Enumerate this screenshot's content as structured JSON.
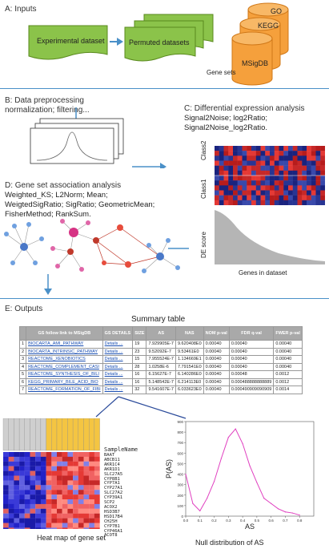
{
  "section_a": {
    "title": "A: Inputs",
    "experimental_label": "Experimental dataset",
    "permuted_label": "Permuted datasets",
    "db_labels": [
      "GO",
      "KEGG",
      "MSigDB"
    ],
    "gene_sets_label": "Gene sets",
    "colors": {
      "flag_fill": "#8bc34a",
      "flag_stroke": "#5a8a1e",
      "db_fill": "#f5a03c"
    }
  },
  "section_b": {
    "title": "B: Data preprocessing",
    "subtitle": "normalization; filtering..."
  },
  "section_c": {
    "title": "C: Differential expression analysis",
    "methods_line1": "Signal2Noise; log2Ratio;",
    "methods_line2": "Signal2Noise_log2Ratio.",
    "class2_label": "Class2",
    "class1_label": "Class1",
    "de_score_label": "DE score",
    "genes_label": "Genes in dataset"
  },
  "section_d": {
    "title": "D: Gene set association analysis",
    "lines": [
      "Weighted_KS; L2Norm; Mean;",
      "WeigtedSigRatio; SigRatio; GeometricMean;",
      "FisherMethod; RankSum."
    ]
  },
  "section_e": {
    "title": "E: Outputs",
    "summary_title": "Summary table",
    "table_headers": [
      "",
      "GS follow link to MSigDB",
      "GS DETAILS",
      "SIZE",
      "AS",
      "NAS",
      "NOM p-val",
      "FDR q-val",
      "FWER p-val"
    ],
    "rows": [
      [
        "1",
        "BIOCARTA_AMI_PATHWAY",
        "Details ...",
        "19",
        "7.929905E-7",
        "9.620408E0",
        "0.00040",
        "0.00040",
        "0.00040"
      ],
      [
        "2",
        "BIOCARTA_INTRINSIC_PATHWAY",
        "Details ...",
        "23",
        "9.52092E-7",
        "9.53461E0",
        "0.00040",
        "0.00040",
        "0.00040"
      ],
      [
        "3",
        "REACTOME_XENOBIOTICS",
        "Details ...",
        "15",
        "7.955524E-7",
        "1.134669E1",
        "0.00040",
        "0.00040",
        "0.00040"
      ],
      [
        "4",
        "REACTOME_COMPLEMENT_CASI",
        "Details ...",
        "28",
        "1.0258E-6",
        "7.791541E0",
        "0.00040",
        "0.00040",
        "0.00040"
      ],
      [
        "5",
        "REACTOME_SYNTHESIS_OF_BILI",
        "Details ...",
        "16",
        "6.15627E-7",
        "6.140286E0",
        "0.00040",
        "0.00048",
        "0.0012"
      ],
      [
        "6",
        "KEGG_PRIMARY_BILE_ACID_BIO",
        "Details ...",
        "16",
        "5.148542E-7",
        "6.214113E0",
        "0.00040",
        "0.000488888888889",
        "0.0012"
      ],
      [
        "7",
        "REACTOME_FORMATION_OF_FIBI",
        "Details ...",
        "32",
        "9.541607E-7",
        "6.033623E0",
        "0.00040",
        "0.000490909090909",
        "0.0014"
      ]
    ],
    "heatmap_caption": "Heat map of gene set",
    "null_caption": "Null distribution of AS",
    "sample_name_label": "SampleName",
    "genes": [
      "BAAT",
      "ABCB11",
      "AKR1C4",
      "AKR1D1",
      "SLC27A5",
      "CYP8B1",
      "CYP7A1",
      "CYP27A1",
      "SLC27A2",
      "CYP39A1",
      "SCP2",
      "ACOX2",
      "HSD3B7",
      "HSD17B4",
      "CH25H",
      "CYP7B1",
      "CYP46A1",
      "ACOT8"
    ],
    "plot": {
      "xlabel": "AS",
      "ylabel": "P(AS)",
      "x_ticks": [
        "0.0",
        "0.1",
        "0.2",
        "0.3",
        "0.4",
        "0.5",
        "0.6",
        "0.7",
        "0.8"
      ],
      "y_ticks": [
        "0",
        "100",
        "200",
        "300",
        "400",
        "500",
        "600",
        "700",
        "800",
        "900"
      ]
    }
  },
  "chart_data": {
    "type": "line",
    "title": "",
    "xlabel": "AS",
    "ylabel": "P(AS)",
    "xlim": [
      0,
      0.9
    ],
    "ylim": [
      0,
      900
    ],
    "series": [
      {
        "x": [
          0.0,
          0.05,
          0.1,
          0.15,
          0.2,
          0.25,
          0.3,
          0.35,
          0.4,
          0.45,
          0.5,
          0.55,
          0.6,
          0.65,
          0.7,
          0.75,
          0.8
        ],
        "values": [
          400,
          120,
          50,
          170,
          330,
          550,
          750,
          830,
          690,
          480,
          320,
          170,
          120,
          70,
          40,
          30,
          10
        ]
      }
    ],
    "colors": [
      "#e040c0"
    ]
  }
}
